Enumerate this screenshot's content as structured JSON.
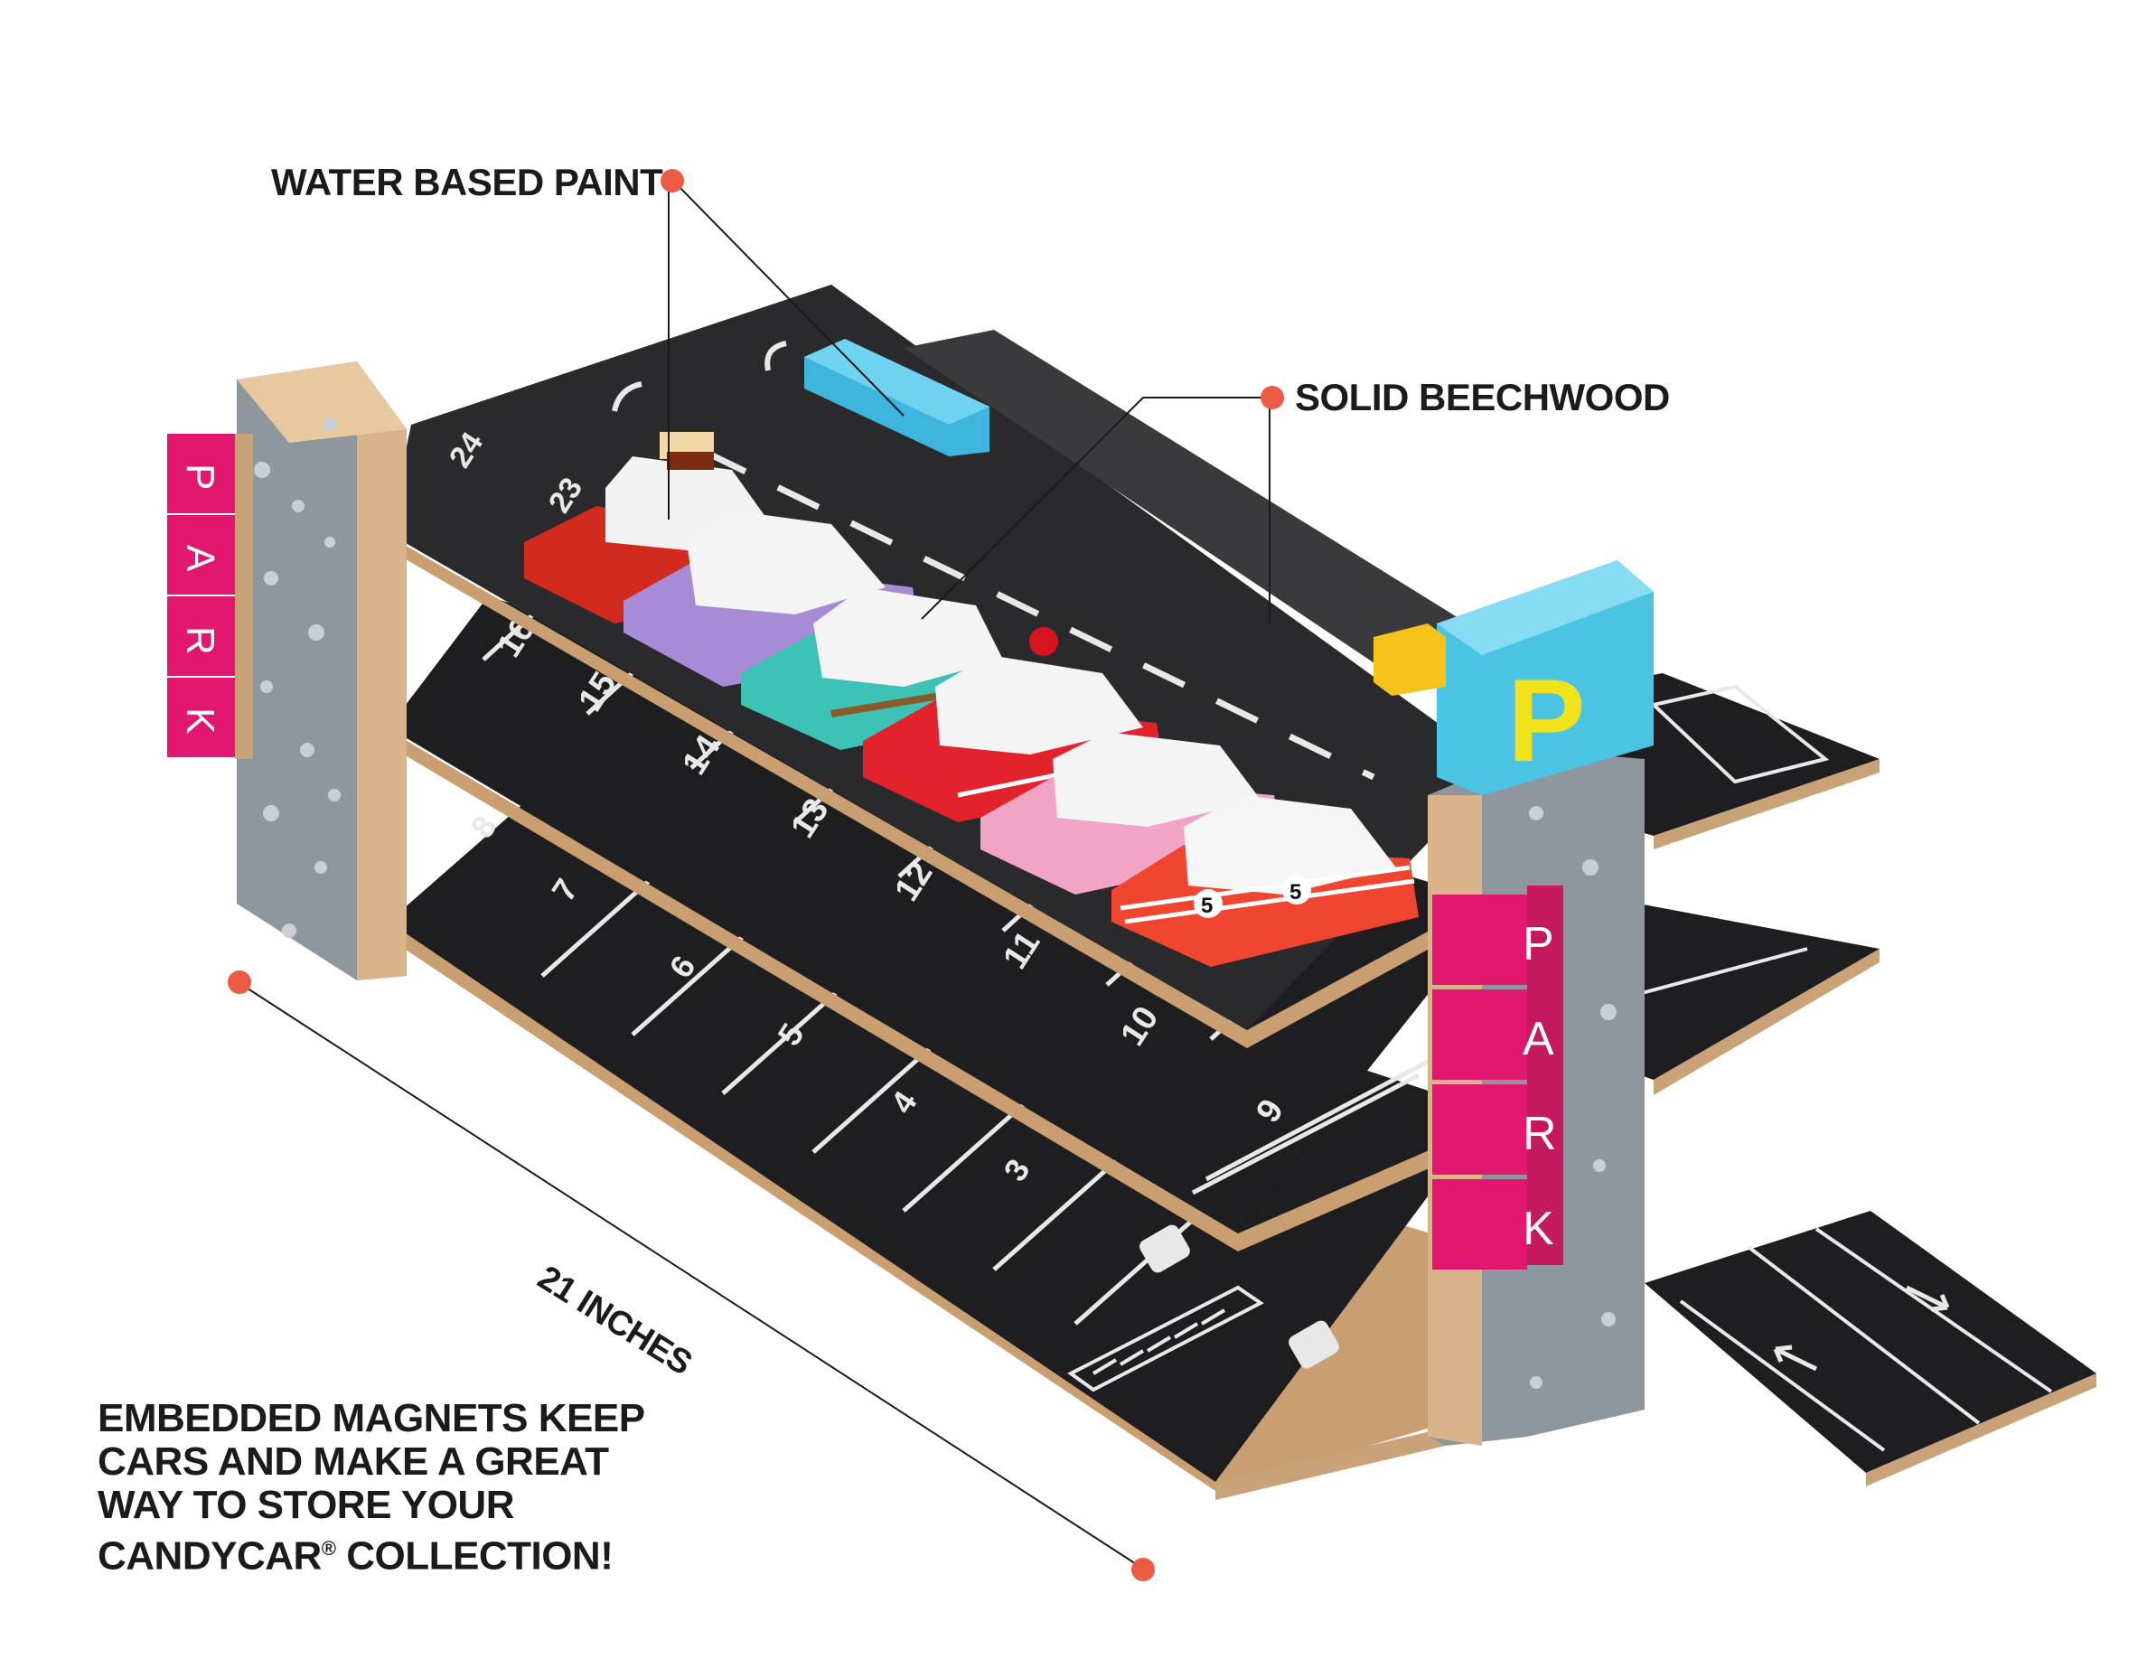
{
  "callouts": {
    "paint": "WATER BASED PAINT",
    "beechwood": "SOLID BEECHWOOD",
    "dimension": "21 INCHES",
    "magnets_line1": "EMBEDDED MAGNETS KEEP",
    "magnets_line2": "CARS AND MAKE A GREAT",
    "magnets_line3": "WAY TO STORE YOUR",
    "magnets_line4_a": "CANDYCAR",
    "magnets_line4_reg": "®",
    "magnets_line4_b": " COLLECTION!"
  },
  "signs": {
    "park_letters": [
      "P",
      "A",
      "R",
      "K"
    ],
    "p_sign": "P"
  },
  "parking_spots": {
    "top_level": [
      "24",
      "23"
    ],
    "middle_level": [
      "16",
      "15",
      "14",
      "13",
      "12",
      "11",
      "10",
      "9"
    ],
    "bottom_level": [
      "8",
      "7",
      "6",
      "5",
      "4",
      "3"
    ],
    "race_car_number": "5"
  },
  "colors": {
    "accent_dot": "#ee5b45",
    "deck": "#1f1f21",
    "wood": "#d9b489",
    "pillar": "#8f979e",
    "park_sign": "#e2176f",
    "p_sign_block": "#4bc4e4",
    "p_letter": "#f2e21b"
  }
}
